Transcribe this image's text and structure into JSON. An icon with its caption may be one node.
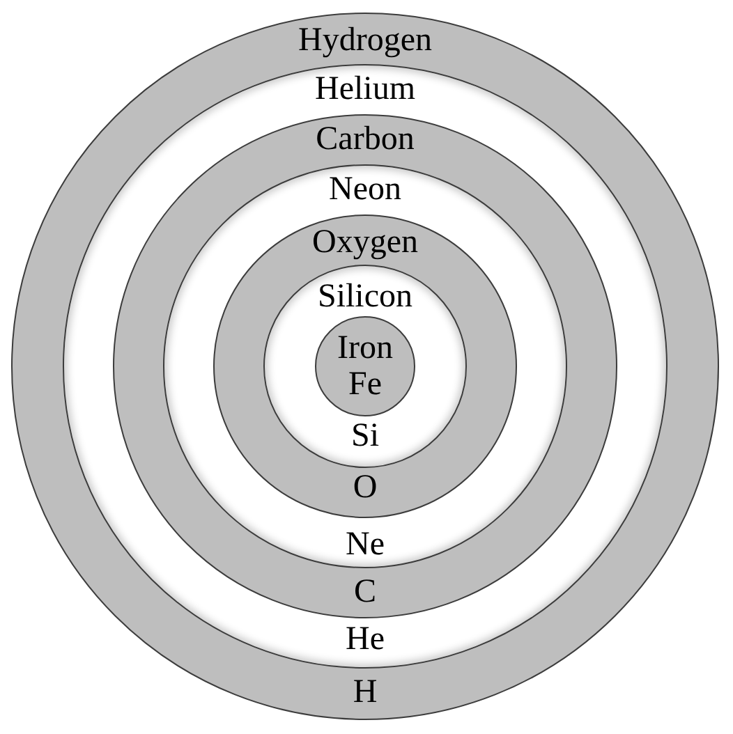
{
  "diagram": {
    "nodes": [
      {
        "text": [
          "Hydrogen",
          "H"
        ]
      },
      {
        "text": [
          "Helium",
          "He"
        ],
        "in": 0
      },
      {
        "text": [
          "Carbon",
          "C"
        ],
        "in": 1
      },
      {
        "text": [
          "Neon",
          "Ne"
        ],
        "in": 2
      },
      {
        "text": [
          "Oxygen",
          "O"
        ],
        "in": 3
      },
      {
        "text": [
          "Silicon",
          "Si"
        ],
        "in": 4
      },
      {
        "text": [
          "Iron",
          "Fe"
        ],
        "in": 5
      }
    ]
  }
}
